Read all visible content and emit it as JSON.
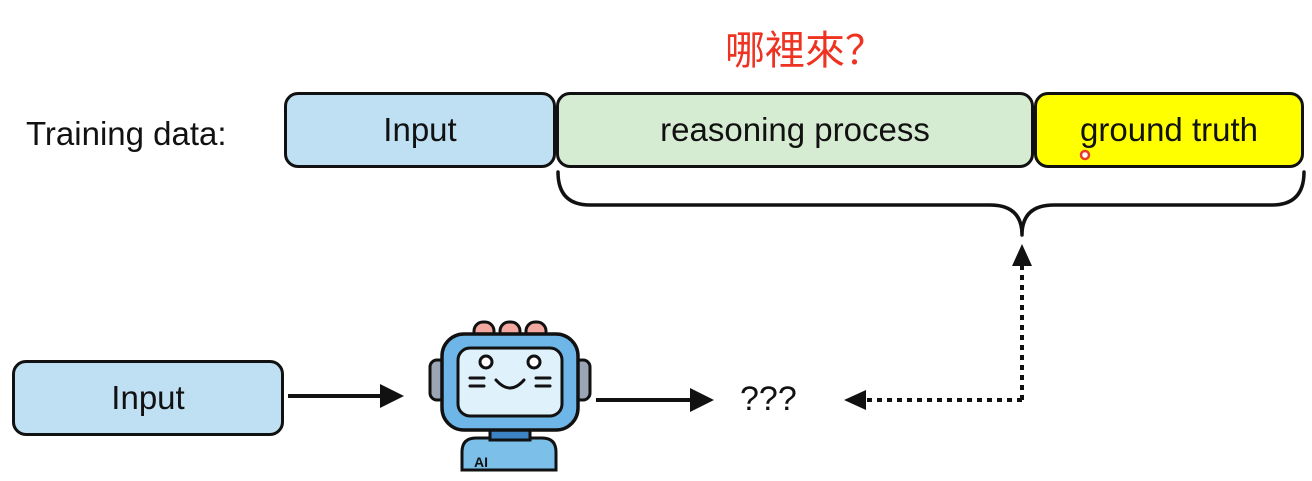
{
  "diagram": {
    "question": "哪裡來？",
    "training_label": "Training data:",
    "top_row": {
      "input": "Input",
      "reasoning": "reasoning process",
      "ground_truth": "ground truth"
    },
    "bottom_row": {
      "input": "Input",
      "robot_badge": "AI",
      "output": "???"
    }
  }
}
